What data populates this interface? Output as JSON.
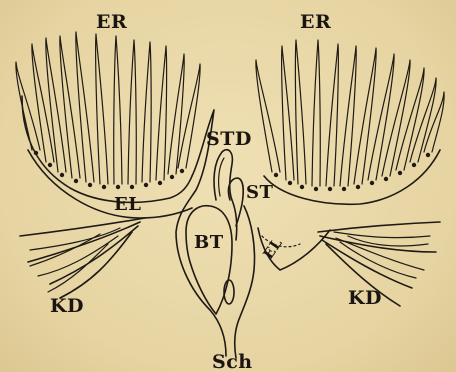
{
  "diagram": {
    "labels": {
      "er_left": "ER",
      "er_right": "ER",
      "std": "STD",
      "st": "ST",
      "el_left": "EL",
      "el_right": "EL",
      "bt": "BT",
      "kd_left": "KD",
      "kd_right": "KD",
      "sch": "Sch"
    },
    "colors": {
      "paper": "#e9d9a9",
      "ink": "#1f1a14"
    }
  }
}
